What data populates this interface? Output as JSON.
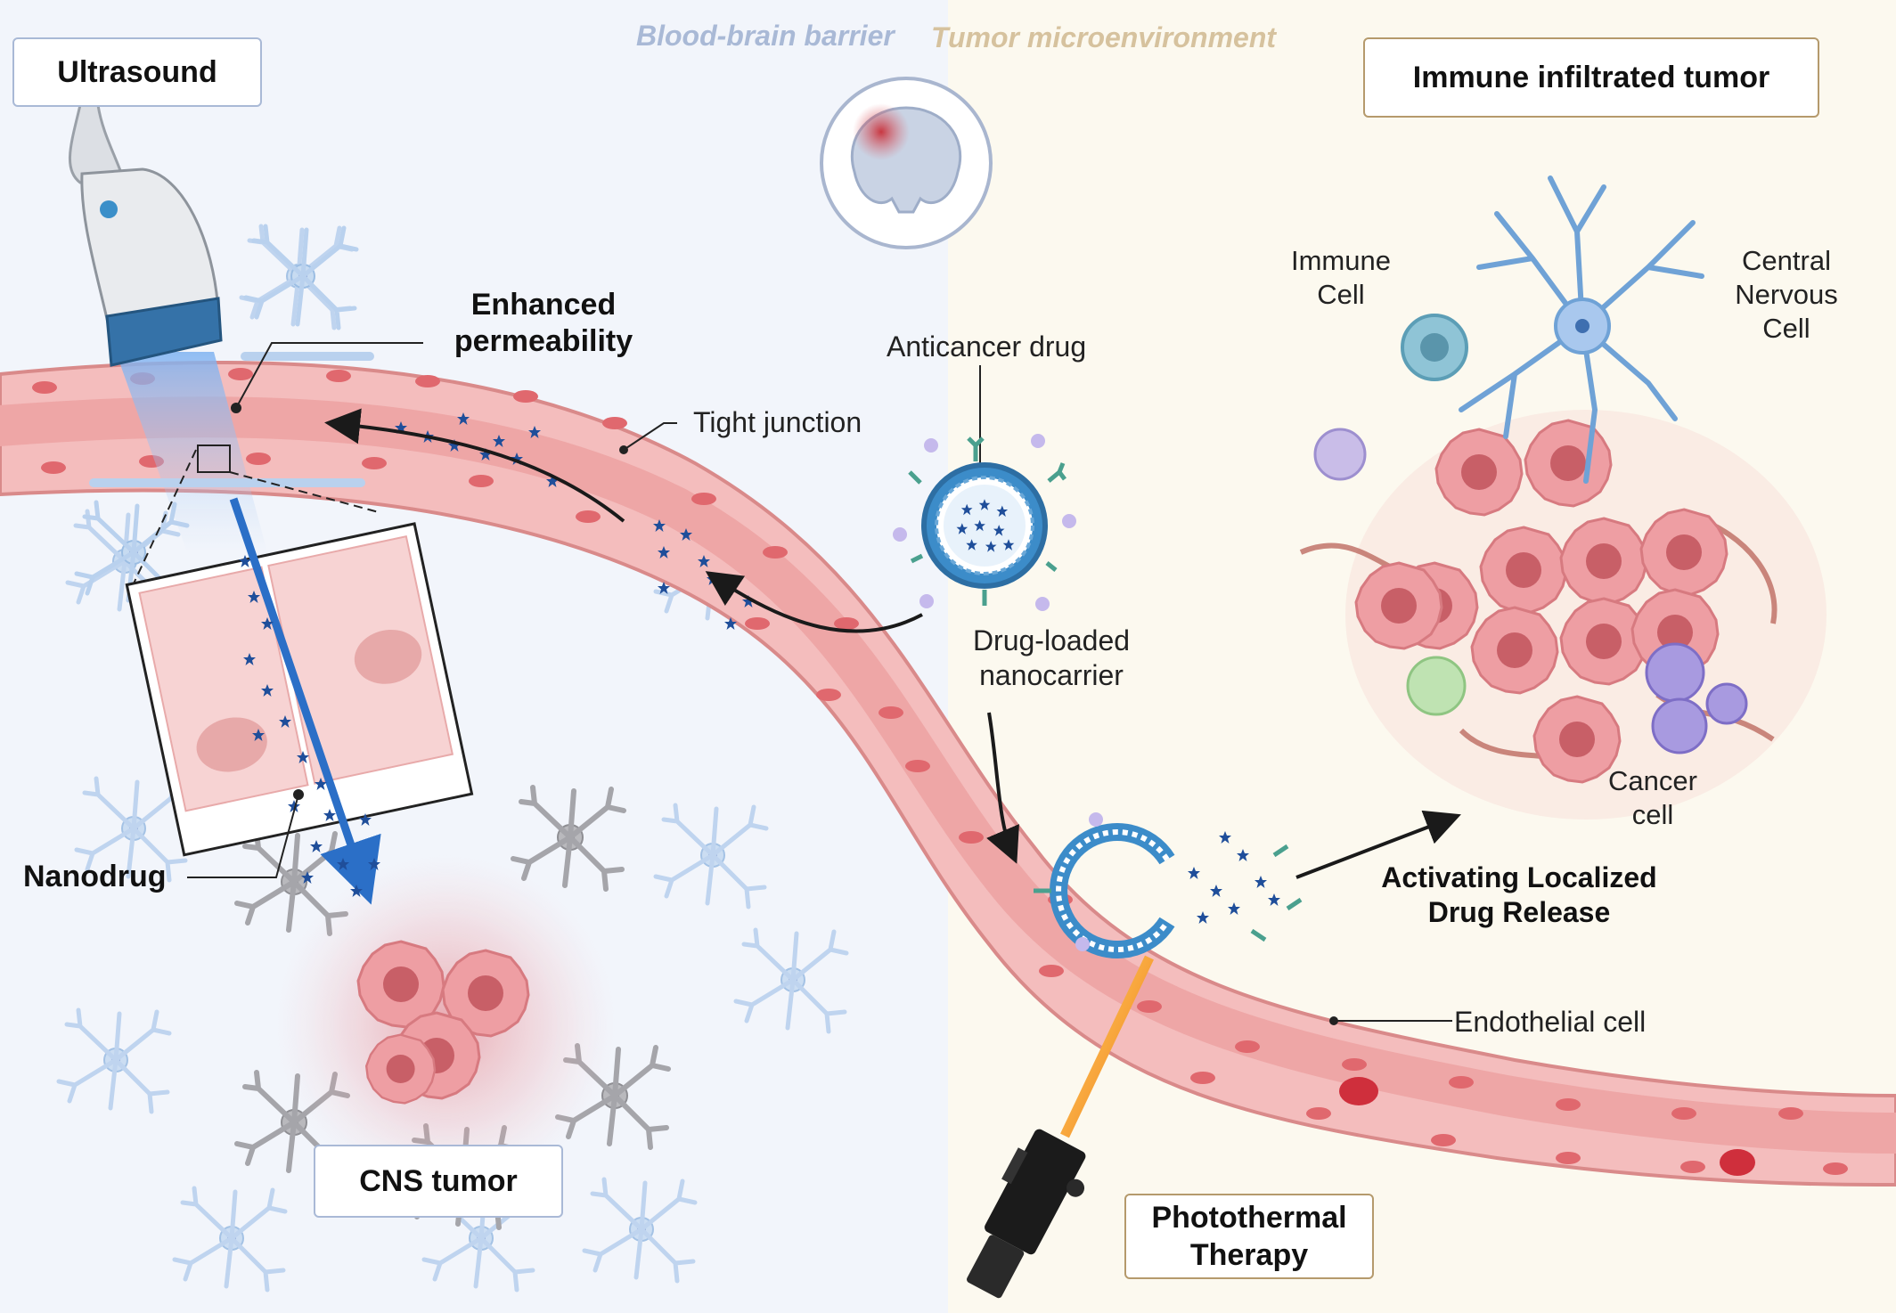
{
  "headers": {
    "left": "Blood-brain barrier",
    "right": "Tumor microenvironment"
  },
  "boxes": {
    "ultrasound": "Ultrasound",
    "immune_tumor": "Immune infiltrated tumor",
    "cns_tumor": "CNS tumor",
    "photothermal": [
      "Photothermal",
      "Therapy"
    ]
  },
  "labels": {
    "enhanced_permeability": [
      "Enhanced",
      "permeability"
    ],
    "tight_junction": "Tight junction",
    "anticancer_drug": "Anticancer drug",
    "drug_loaded_nanocarrier": [
      "Drug-loaded",
      "nanocarrier"
    ],
    "nanodrug": "Nanodrug",
    "activating_release": [
      "Activating Localized",
      "Drug Release"
    ],
    "endothelial_cell": "Endothelial cell",
    "immune_cell": [
      "Immune",
      "Cell"
    ],
    "central_nervous_cell": [
      "Central",
      "Nervous",
      "Cell"
    ],
    "cancer_cell": [
      "Cancer",
      "cell"
    ]
  },
  "colors": {
    "left_bg": "#f2f5fb",
    "right_bg": "#fcf9ef",
    "vessel": "#f3b9b9",
    "vessel_edge": "#d97b7b",
    "drug": "#1f4e9a",
    "nanocarrier": "#4a90c8",
    "tumor": "#e07f86",
    "astrocyte": "#c0d6ee",
    "laser": "#f5a623"
  },
  "icons": [
    "ultrasound-probe-icon",
    "brain-icon",
    "nanocarrier-icon",
    "laser-device-icon",
    "astrocyte-icon",
    "tumor-cell-icon",
    "neuron-icon",
    "immune-cell-icon"
  ]
}
